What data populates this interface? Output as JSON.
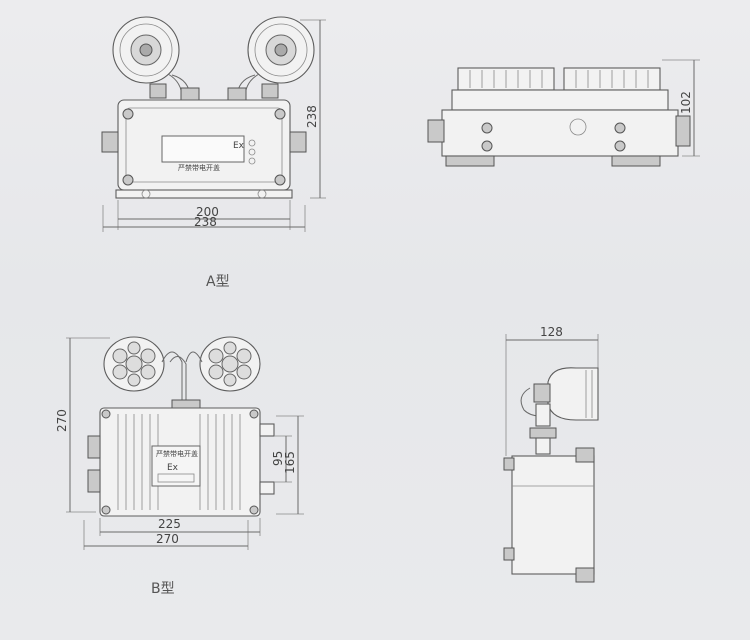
{
  "type_a": {
    "label": "A型",
    "front": {
      "plate_text": "严禁带电开盖",
      "ex_mark": "Ex",
      "dim_width_inner": "200",
      "dim_width_outer": "238",
      "dim_height": "238"
    },
    "side": {
      "dim_height": "102"
    }
  },
  "type_b": {
    "label": "B型",
    "front": {
      "plate_text": "严禁带电开盖",
      "ex_mark": "Ex",
      "dim_width_inner": "225",
      "dim_width_outer": "270",
      "dim_height": "270",
      "dim_mount_inner": "95",
      "dim_mount_outer": "165"
    },
    "side": {
      "dim_width": "128"
    }
  }
}
